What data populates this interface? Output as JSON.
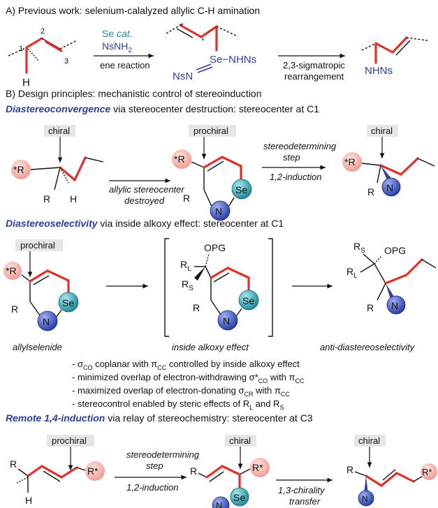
{
  "sectionA": {
    "title": "A) Previous work: selenium-calalyzed allylic C-H amination",
    "num1": "1",
    "num2": "2",
    "num3": "3",
    "h": "H",
    "cat": "Se ",
    "cat_italic": "cat.",
    "nsnh": "NsNH",
    "nsnh_sub": "2",
    "ene": "ene reaction",
    "se_nhns": "Se−NHNs",
    "nsn": "NsN",
    "sig1": "2,3-sigmatropic",
    "sig2": "rearrangement",
    "product_nhns": "NHNs"
  },
  "sectionB": {
    "title": "B) Design principles: mechanistic control of stereoinduction",
    "h1_bold": "Diastereoconvergence",
    "h1_rest": " via stereocenter destruction: stereocenter at C1",
    "chiral": "chiral",
    "prochiral": "prochiral",
    "r_star": "*R",
    "r": "R",
    "h": "H",
    "se": "Se",
    "n": "N",
    "destroy1": "allylic stereocenter",
    "destroy2": "destroyed",
    "step1": "stereodetermining",
    "step2": "step",
    "induct": "1,2-induction",
    "h2_bold": "Diastereoselectivity",
    "h2_rest": " via inside alkoxy effect: stereocenter at C1",
    "opg": "OPG",
    "rl": "R",
    "rl_sub": "L",
    "rs": "R",
    "rs_sub": "S",
    "lab_allyl": "allylselenide",
    "lab_inside": "inside alkoxy effect",
    "lab_anti": "anti-diastereoselectivity",
    "bullets": [
      {
        "a": "- σ",
        "a_sub": "CO",
        "b": " coplanar with π",
        "b_sub": "CC",
        "c": " controlled by inside alkoxy effect"
      },
      {
        "a": "- minimized overlap of electron-withdrawing σ*",
        "a_sub": "CO",
        "b": " with π",
        "b_sub": "CC",
        "c": ""
      },
      {
        "a": "- maximized overlap of electron-donating σ",
        "a_sub": "CR",
        "b": " with π",
        "b_sub": "CC",
        "c": ""
      },
      {
        "a": "- stereocontrol enabled by steric effects of R",
        "a_sub": "L",
        "b": " and R",
        "b_sub": "S",
        "c": ""
      }
    ],
    "h3_bold": "Remote 1,4-induction",
    "h3_rest": " via relay of stereochemistry: stereocenter at C3",
    "r_star2": "R*",
    "chir13_1": "1,3-chirality",
    "chir13_2": "transfer"
  },
  "colors": {
    "heading_blue": "#2E3F9E",
    "bond_red": "#E0302A",
    "n_ball": "#2E3F9E",
    "se_ball": "#1E8E9E",
    "r_ball": "#F4B4AE",
    "label_box": "#E6E6E6"
  }
}
